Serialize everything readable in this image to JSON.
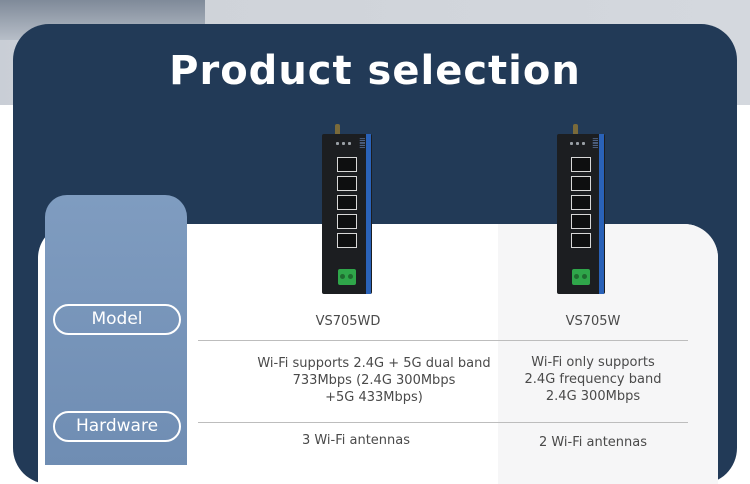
{
  "page": {
    "title": "Product selection"
  },
  "labels": {
    "model": "Model",
    "hardware": "Hardware"
  },
  "products": [
    {
      "model": "VS705WD",
      "wifi_line1": "Wi-Fi supports 2.4G + 5G dual band",
      "wifi_line2": "733Mbps (2.4G 300Mbps",
      "wifi_line3": "+5G 433Mbps)",
      "antennas": "3 Wi-Fi antennas"
    },
    {
      "model": "VS705W",
      "wifi_line1": "Wi-Fi only supports",
      "wifi_line2": "2.4G frequency band",
      "wifi_line3": "2.4G 300Mbps",
      "antennas": "2 Wi-Fi antennas"
    }
  ],
  "colors": {
    "navy": "#223a57",
    "tab_blue": "#7593b8",
    "device_stripe": "#2a62b8",
    "terminal_green": "#2fa64a"
  }
}
